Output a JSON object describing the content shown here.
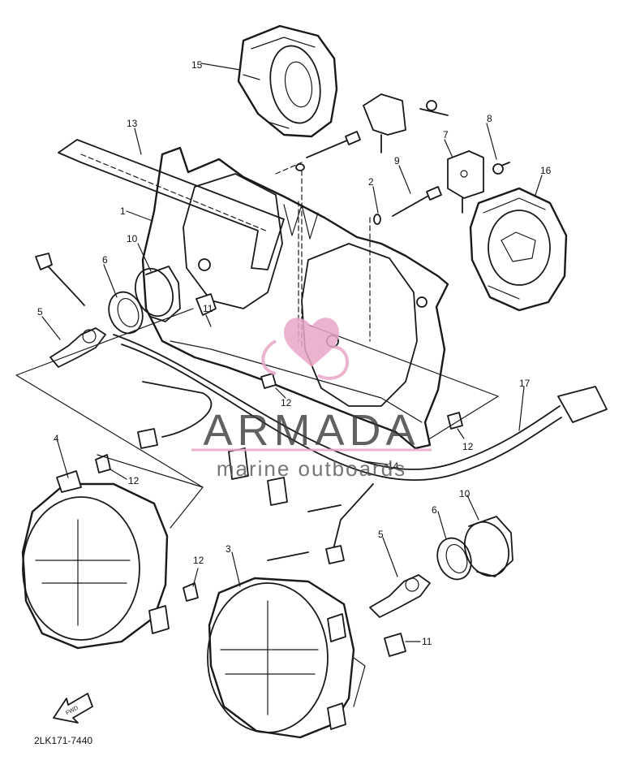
{
  "watermark": {
    "brand": "ARMADA",
    "tagline": "marine outboards"
  },
  "diagram_code": "2LK171-7440",
  "fwd_label": "FWD",
  "callouts": {
    "c1": "1",
    "c2": "2",
    "c3": "3",
    "c4": "4",
    "c5a": "5",
    "c5b": "5",
    "c6a": "6",
    "c6b": "6",
    "c7": "7",
    "c8": "8",
    "c9": "9",
    "c10a": "10",
    "c10b": "10",
    "c11a": "11",
    "c11b": "11",
    "c12a": "12",
    "c12b": "12",
    "c12c": "12",
    "c12d": "12",
    "c13": "13",
    "c14": "14",
    "c15": "15",
    "c16": "16",
    "c17": "17"
  },
  "colors": {
    "ink": "#1a1a1a",
    "watermark_pink": "#e8a6c8",
    "watermark_gray": "#3a3a3a"
  }
}
